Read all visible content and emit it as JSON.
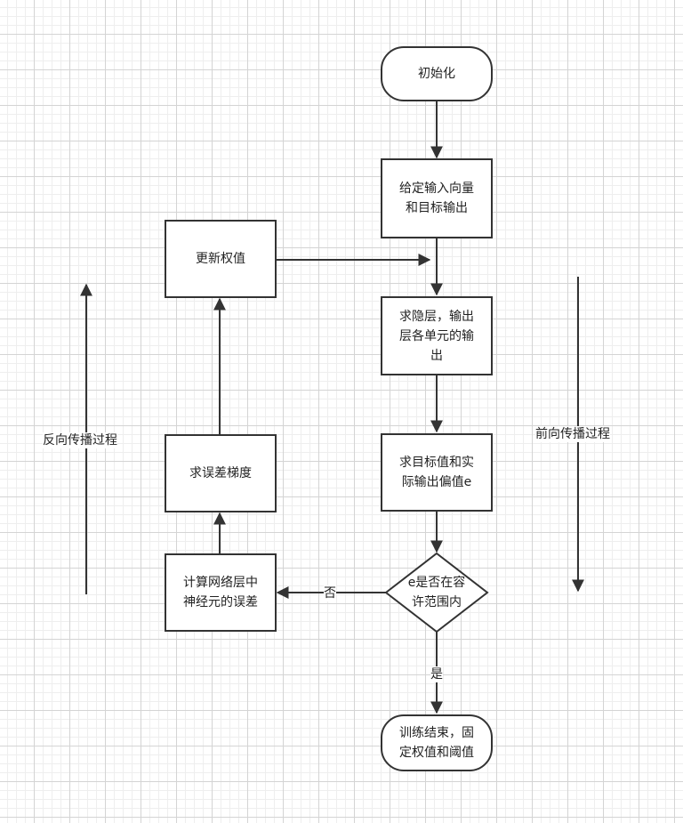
{
  "nodes": {
    "init": "初始化",
    "input_line1": "给定输入向量",
    "input_line2": "和目标输出",
    "hidden_line1": "求隐层，输出",
    "hidden_line2": "层各单元的输",
    "hidden_line3": "出",
    "deviation_line1": "求目标值和实",
    "deviation_line2": "际输出偏值e",
    "decision_line1": "e是否在容",
    "decision_line2": "许范围内",
    "end_line1": "训练结束，固",
    "end_line2": "定权值和阈值",
    "error_line1": "计算网络层中",
    "error_line2": "神经元的误差",
    "gradient": "求误差梯度",
    "update": "更新权值"
  },
  "edge_labels": {
    "no": "否",
    "yes": "是"
  },
  "side_labels": {
    "backward": "反向传播过程",
    "forward": "前向传播过程"
  },
  "colors": {
    "stroke": "#333333",
    "grid_major": "#d4d4d4",
    "grid_minor": "#eeeeee"
  }
}
